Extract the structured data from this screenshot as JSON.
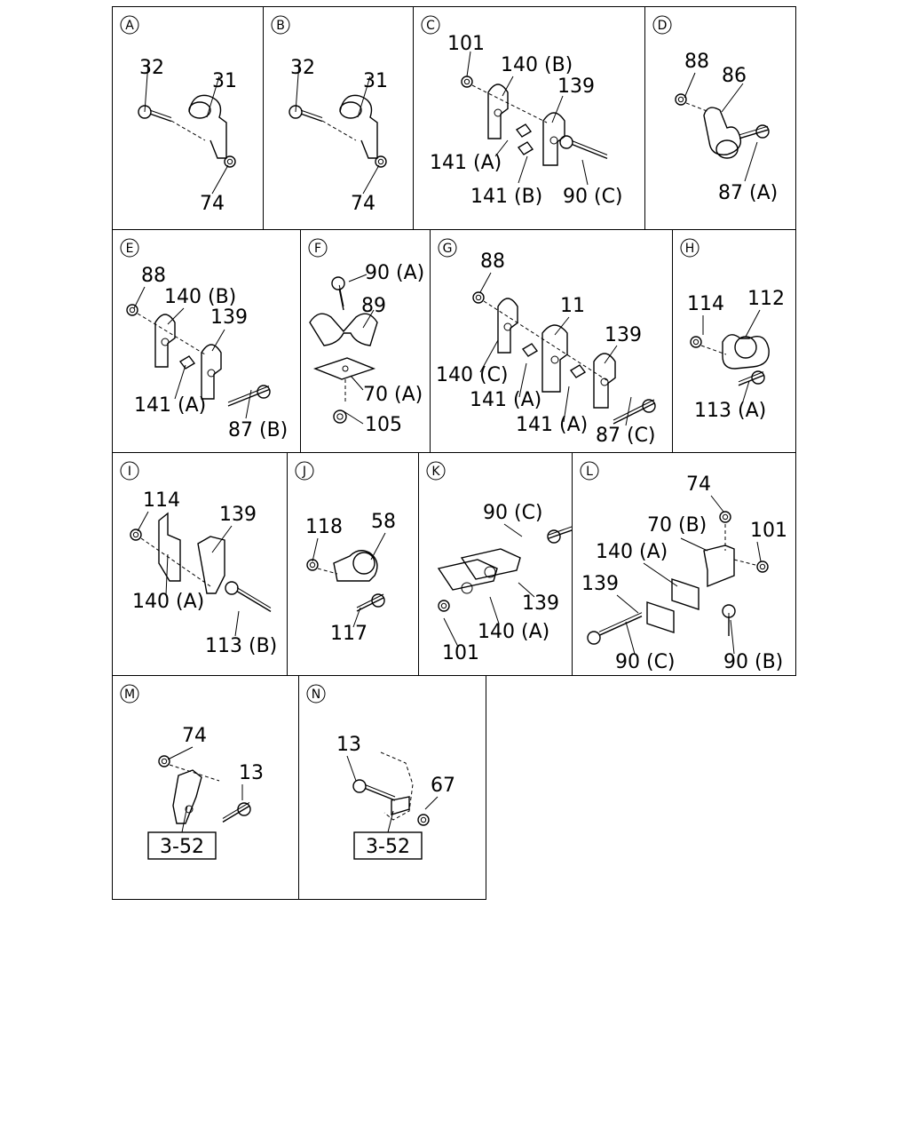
{
  "panels": [
    {
      "id": "A",
      "labels": [
        "32",
        "31",
        "74"
      ]
    },
    {
      "id": "B",
      "labels": [
        "32",
        "31",
        "74"
      ]
    },
    {
      "id": "C",
      "labels": [
        "101",
        "140 (B)",
        "139",
        "141 (A)",
        "141 (B)",
        "90 (C)"
      ]
    },
    {
      "id": "D",
      "labels": [
        "88",
        "86",
        "87 (A)"
      ]
    },
    {
      "id": "E",
      "labels": [
        "88",
        "140 (B)",
        "139",
        "141 (A)",
        "87 (B)"
      ]
    },
    {
      "id": "F",
      "labels": [
        "90 (A)",
        "89",
        "70 (A)",
        "105"
      ]
    },
    {
      "id": "G",
      "labels": [
        "88",
        "11",
        "139",
        "140 (C)",
        "141 (A)",
        "141 (A)",
        "87 (C)"
      ]
    },
    {
      "id": "H",
      "labels": [
        "114",
        "112",
        "113 (A)"
      ]
    },
    {
      "id": "I",
      "labels": [
        "114",
        "139",
        "140 (A)",
        "113 (B)"
      ]
    },
    {
      "id": "J",
      "labels": [
        "118",
        "58",
        "117"
      ]
    },
    {
      "id": "K",
      "labels": [
        "90 (C)",
        "139",
        "140 (A)",
        "101"
      ]
    },
    {
      "id": "L",
      "labels": [
        "74",
        "70 (B)",
        "101",
        "140 (A)",
        "139",
        "90 (C)",
        "90 (B)"
      ]
    },
    {
      "id": "M",
      "labels": [
        "74",
        "13"
      ],
      "ref": "3-52"
    },
    {
      "id": "N",
      "labels": [
        "13",
        "67"
      ],
      "ref": "3-52"
    }
  ]
}
